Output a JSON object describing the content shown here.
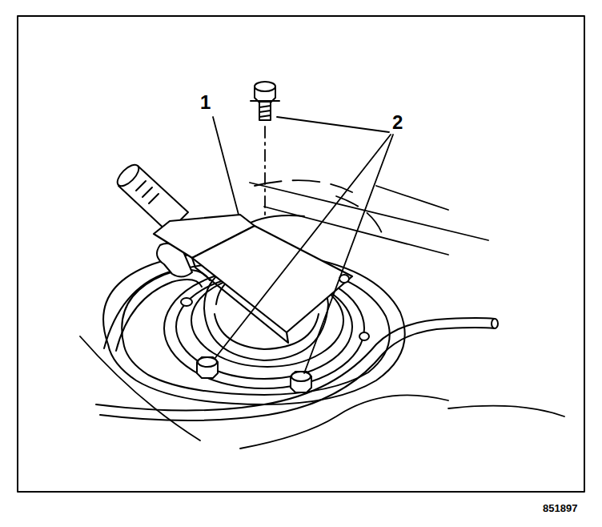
{
  "diagram": {
    "labels": [
      "1",
      "2",
      "851897"
    ]
  }
}
